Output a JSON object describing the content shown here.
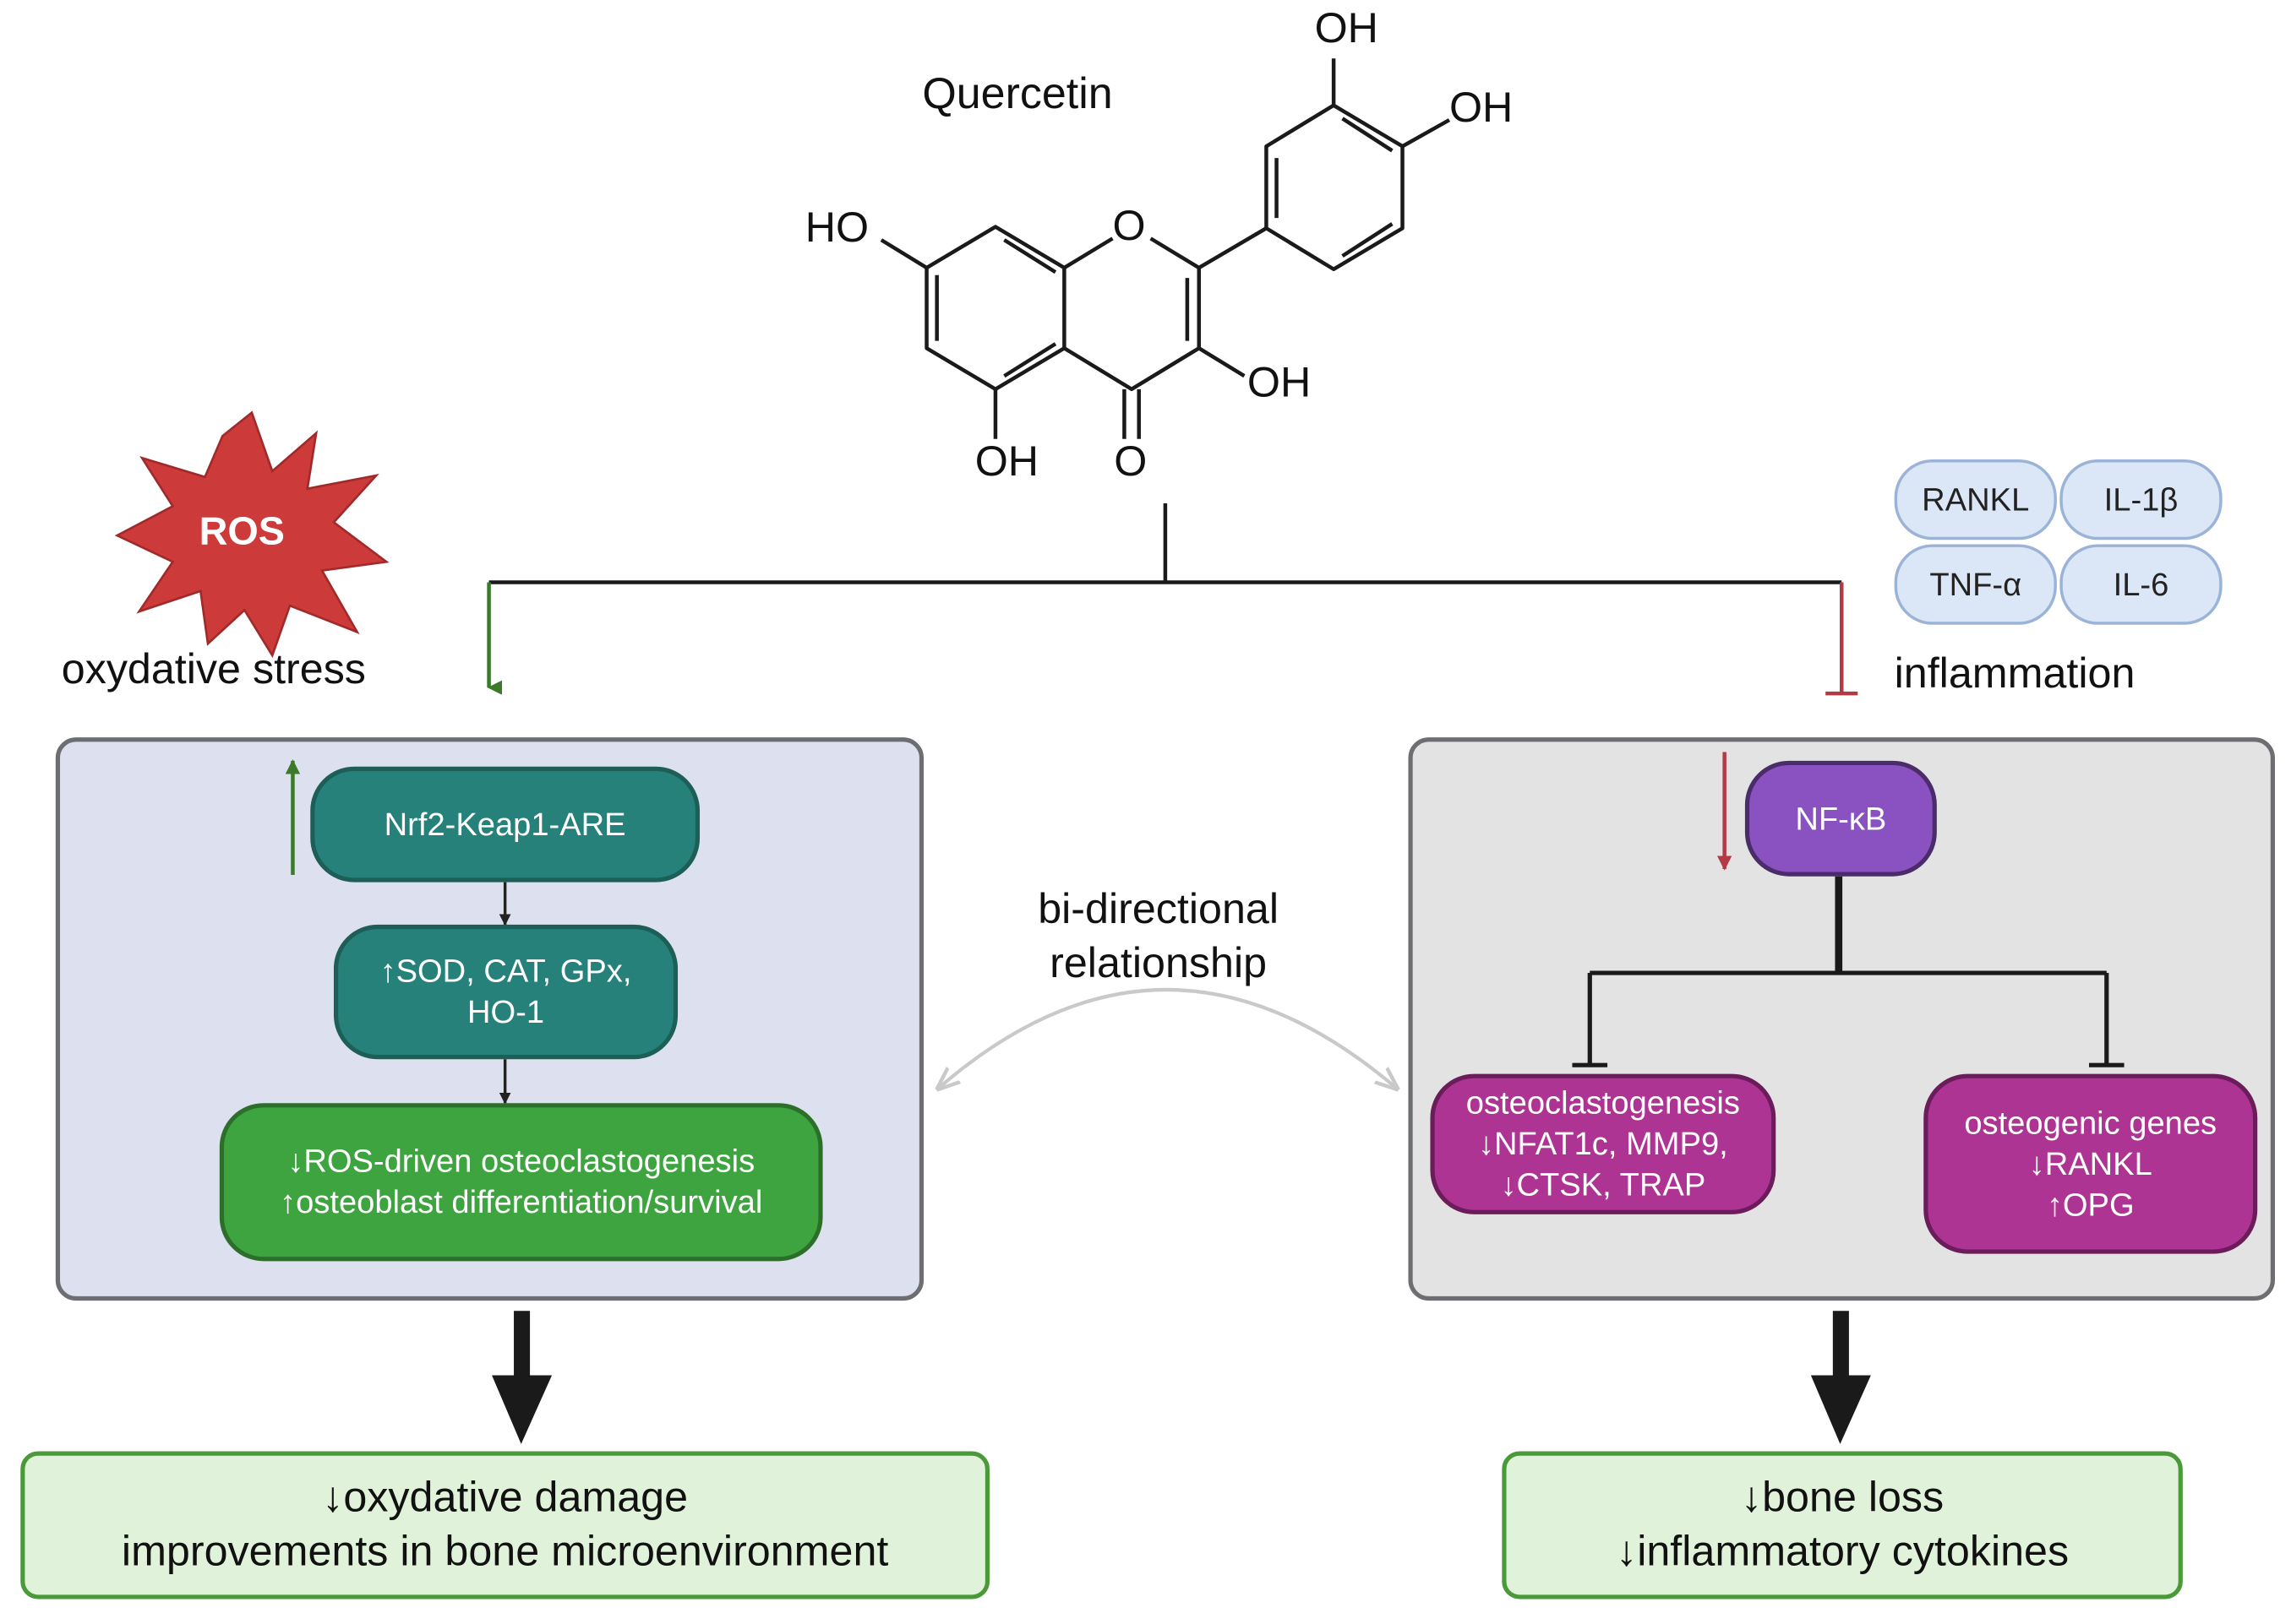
{
  "molecule": {
    "name": "Quercetin",
    "oh_top": "OH",
    "oh_right": "OH",
    "ho_left": "HO",
    "oh_ring": "OH",
    "oh_bottom": "OH",
    "o_ring": "O",
    "o_carbonyl": "O"
  },
  "ros": {
    "badge": "ROS",
    "label": "oxydative stress"
  },
  "inflammation": {
    "label": "inflammation",
    "cytokines": [
      "RANKL",
      "IL-1β",
      "TNF-α",
      "IL-6"
    ]
  },
  "left_panel": {
    "pathway": "Nrf2-Keap1-ARE",
    "enzymes_line1": "↑SOD, CAT, GPx,",
    "enzymes_line2": "HO-1",
    "effects_line1": "↓ROS-driven osteoclastogenesis",
    "effects_line2": "↑osteoblast differentiation/survival"
  },
  "center": {
    "line1": "bi-directional",
    "line2": "relationship"
  },
  "right_panel": {
    "nfkb": "NF-κB",
    "osteoclasto_title": "osteoclastogenesis",
    "osteoclasto_line2": "↓NFAT1c, MMP9,",
    "osteoclasto_line3": "↓CTSK, TRAP",
    "osteogenic_title": "osteogenic genes",
    "osteogenic_line2": "↓RANKL",
    "osteogenic_line3": "↑OPG"
  },
  "outcomes": {
    "left_line1": "↓oxydative damage",
    "left_line2": "improvements in bone microenvironment",
    "right_line1": "↓bone loss",
    "right_line2": "↓inflammatory cytokines"
  },
  "colors": {
    "activate_arrow": "#3b7a2a",
    "inhibit_arrow": "#b13a45",
    "teal": "#26817a",
    "green": "#3ea43f",
    "purple": "#8a52c0",
    "magenta": "#ad3493",
    "ros_star": "#cc3a3a"
  }
}
